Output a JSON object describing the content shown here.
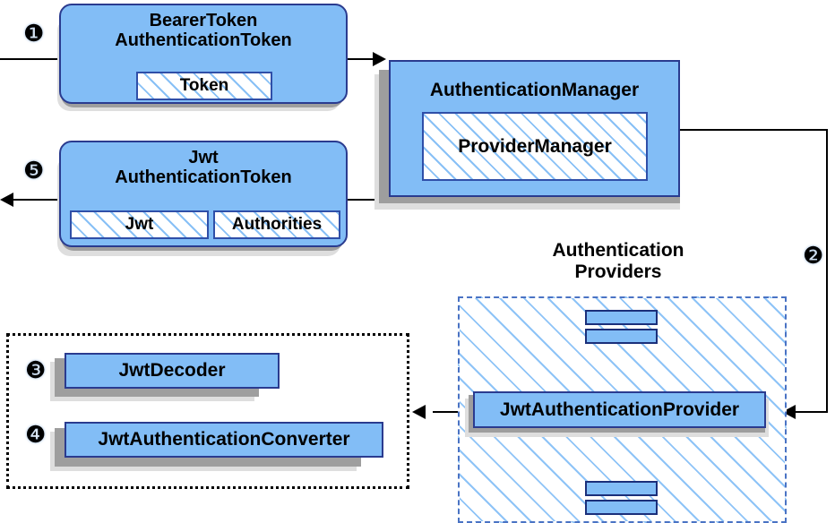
{
  "diagram": {
    "title": "Spring Security JWT Bearer Token Authentication Flow",
    "colors": {
      "node_fill": "#82bdf6",
      "node_border": "#2a3b8f",
      "hatch_line": "#82bdf6",
      "inner_border": "#2f4fa8",
      "group_blue_border": "#4a73c4",
      "group_black_border": "#000000",
      "shadow_near": "#9e9e9e",
      "shadow_far": "#dedede",
      "line": "#000000",
      "text": "#000000",
      "background": "#ffffff"
    }
  },
  "steps": {
    "one": "❶",
    "two": "❷",
    "three": "❸",
    "four": "❹",
    "five": "❺"
  },
  "nodes": {
    "bearer_token": {
      "title": "BearerToken\nAuthenticationToken",
      "inner": [
        {
          "label": "Token"
        }
      ]
    },
    "jwt_token": {
      "title": "Jwt\nAuthenticationToken",
      "inner": [
        {
          "label": "Jwt"
        },
        {
          "label": "Authorities"
        }
      ]
    },
    "authentication_manager": {
      "title": "AuthenticationManager",
      "inner": [
        {
          "label": "ProviderManager"
        }
      ]
    },
    "jwt_authentication_provider": {
      "title": "JwtAuthenticationProvider"
    },
    "jwt_decoder": {
      "title": "JwtDecoder"
    },
    "jwt_authentication_converter": {
      "title": "JwtAuthenticationConverter"
    }
  },
  "groups": {
    "authentication_providers": {
      "label": "Authentication\nProviders"
    },
    "jwt_support": {
      "label": ""
    }
  }
}
